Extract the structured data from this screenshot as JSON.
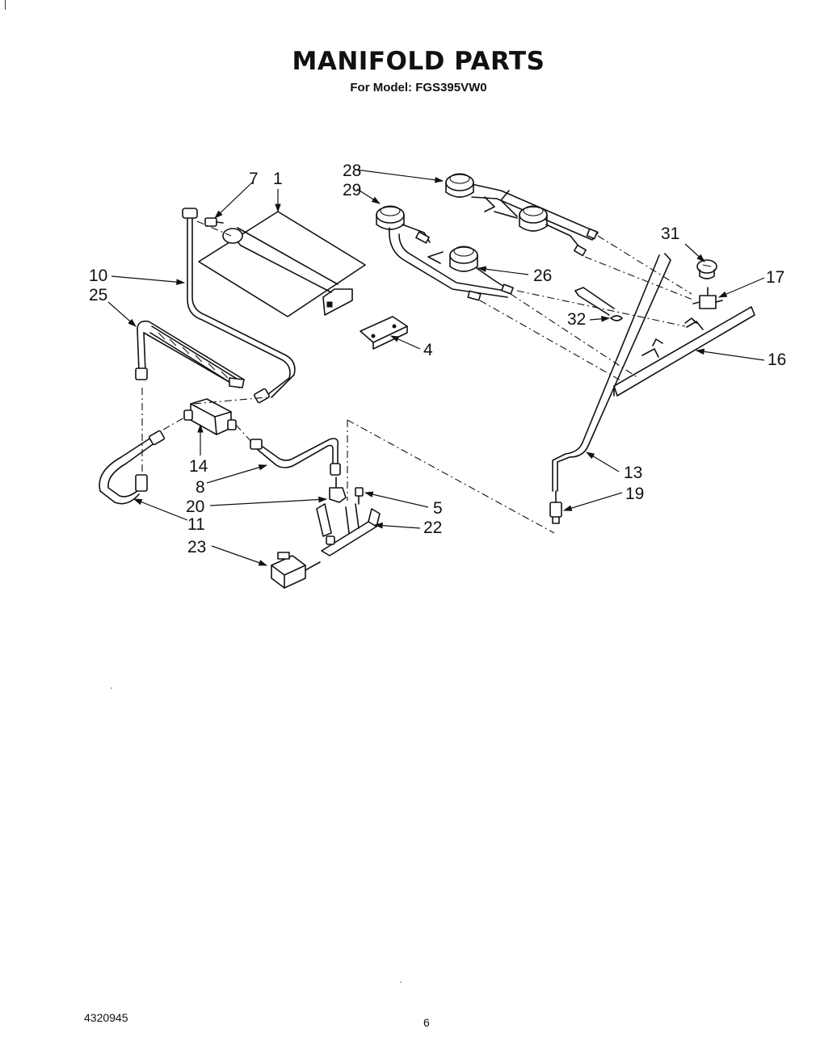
{
  "title": "MANIFOLD PARTS",
  "subtitle": "For Model: FGS395VW0",
  "footer": {
    "document_code": "4320945",
    "page_number": "6"
  },
  "callouts": {
    "c1": "1",
    "c4": "4",
    "c5": "5",
    "c7": "7",
    "c8": "8",
    "c10": "10",
    "c11": "11",
    "c13": "13",
    "c14": "14",
    "c16": "16",
    "c17": "17",
    "c19": "19",
    "c20": "20",
    "c22": "22",
    "c23": "23",
    "c25": "25",
    "c26": "26",
    "c28": "28",
    "c29": "29",
    "c31": "31",
    "c32": "32"
  }
}
